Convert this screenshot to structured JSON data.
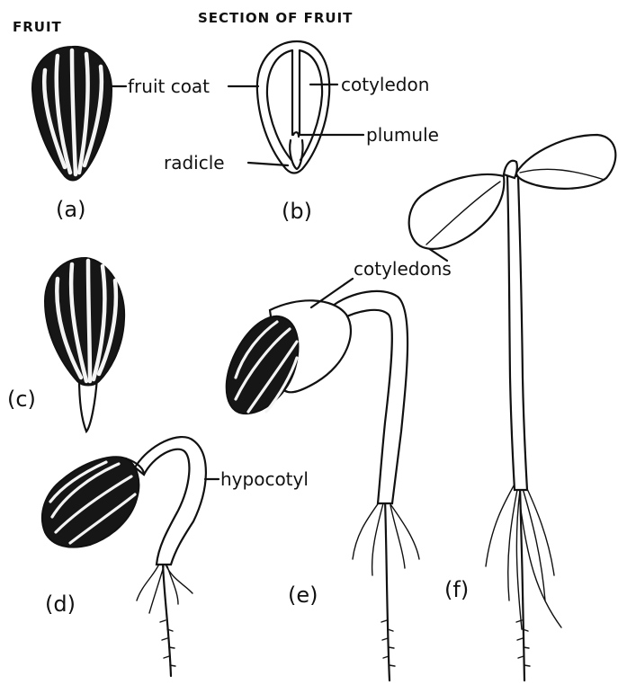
{
  "headers": {
    "fruit": "FRUIT",
    "section": "SECTION OF FRUIT"
  },
  "labels": {
    "fruit_coat": "fruit coat",
    "cotyledon": "cotyledon",
    "plumule": "plumule",
    "radicle": "radicle",
    "cotyledons": "cotyledons",
    "hypocotyl": "hypocotyl"
  },
  "figure_letters": {
    "a": "(a)",
    "b": "(b)",
    "c": "(c)",
    "d": "(d)",
    "e": "(e)",
    "f": "(f)"
  }
}
